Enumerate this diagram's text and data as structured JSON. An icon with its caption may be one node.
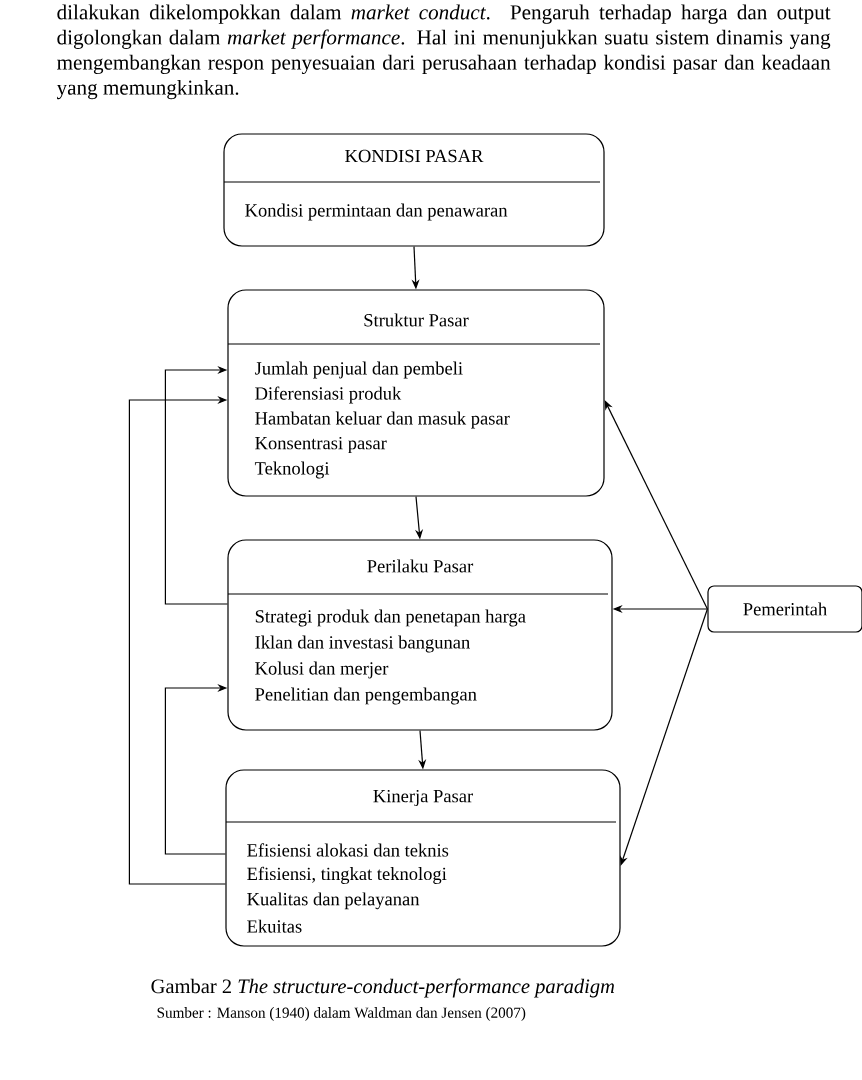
{
  "diagram": {
    "caption": "Gambar  2 *The structure-conduct-performance paradigm*",
    "nodes": [
      {
        "text": [
          "KONDISI PASAR",
          "Kondisi permintaan dan penawaran"
        ]
      },
      {
        "text": [
          "Struktur Pasar",
          "Jumlah penjual dan pembeli",
          "Diferensiasi produk",
          "Hambatan keluar dan masuk pasar",
          "Konsentrasi pasar",
          "Teknologi"
        ]
      },
      {
        "text": [
          "Perilaku Pasar",
          "Strategi produk dan penetapan harga",
          "Iklan dan investasi bangunan",
          "Kolusi dan merjer",
          "Penelitian dan pengembangan"
        ]
      },
      {
        "text": [
          "Kinerja Pasar",
          "Efisiensi alokasi dan teknis",
          "Efisiensi, tingkat teknologi",
          "Kualitas dan pelayanan",
          "Ekuitas"
        ]
      },
      {
        "text": [
          "Pemerintah"
        ]
      }
    ],
    "edges": [
      {
        "from": 0,
        "to": 1,
        "arrow": "to"
      },
      {
        "from": 1,
        "to": 2,
        "arrow": "to"
      },
      {
        "from": 2,
        "to": 3,
        "arrow": "to"
      },
      {
        "from": 4,
        "to": 1,
        "arrow": "to"
      },
      {
        "from": 4,
        "to": 2,
        "arrow": "to"
      },
      {
        "from": 4,
        "to": 3,
        "arrow": "to"
      },
      {
        "from": 2,
        "to": 1,
        "arrow": "to"
      },
      {
        "from": 3,
        "to": 2,
        "arrow": "to"
      },
      {
        "from": 3,
        "to": 1,
        "arrow": "to"
      }
    ],
    "labels": [
      "dilakukan dikelompokkan dalam *market conduct*. Pengaruh terhadap harga dan output digolongkan dalam *market performance*. Hal ini menunjukkan suatu sistem dinamis yang mengembangkan respon penyesuaian dari perusahaan terhadap kondisi pasar dan keadaan yang memungkinkan.",
      "Sumber : Manson (1940) dalam Waldman dan Jensen (2007)"
    ]
  }
}
